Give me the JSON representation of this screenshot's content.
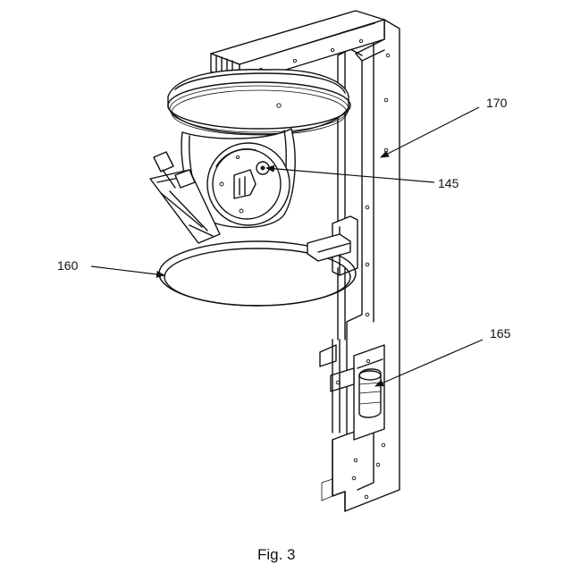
{
  "figure": {
    "caption": "Fig. 3",
    "reference_numerals": {
      "frame": "170",
      "drive_assembly": "145",
      "ring": "160",
      "lower_actuator": "165"
    }
  }
}
